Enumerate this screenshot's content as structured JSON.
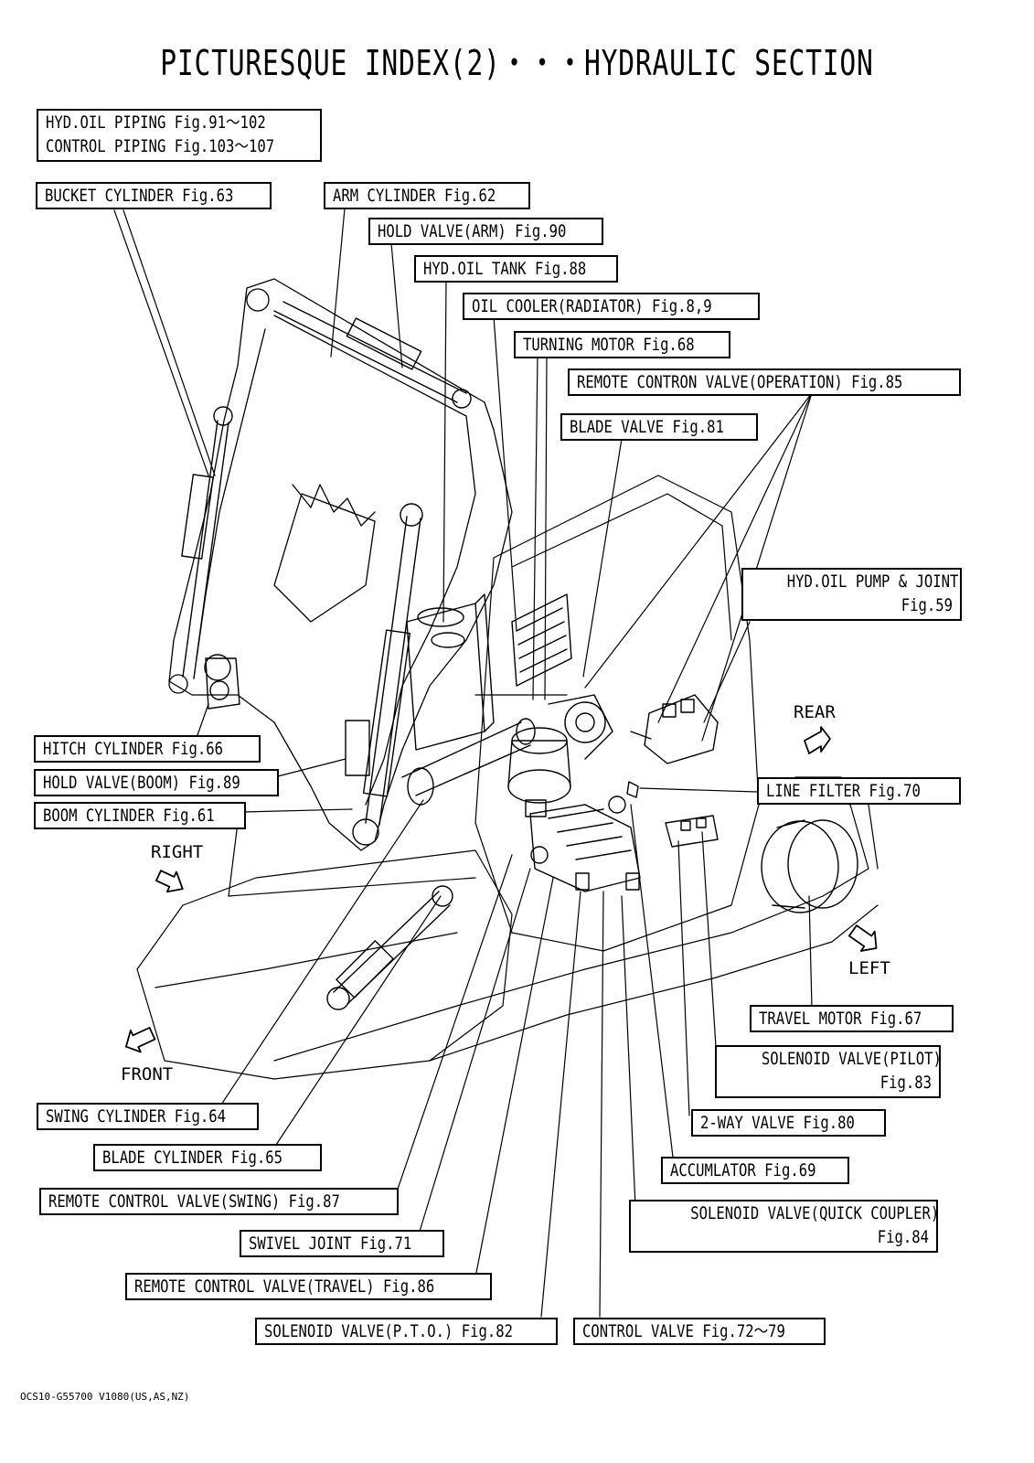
{
  "title": "PICTURESQUE INDEX(2)・・・HYDRAULIC SECTION",
  "labels": {
    "hyd_oil_piping": "HYD.OIL PIPING Fig.91～102",
    "control_piping": "CONTROL PIPING Fig.103～107",
    "bucket_cylinder": "BUCKET CYLINDER Fig.63",
    "arm_cylinder": "ARM CYLINDER Fig.62",
    "hold_valve_arm": "HOLD VALVE(ARM) Fig.90",
    "hyd_oil_tank": "HYD.OIL TANK Fig.88",
    "oil_cooler": "OIL COOLER(RADIATOR) Fig.8,9",
    "turning_motor": "TURNING MOTOR Fig.68",
    "remote_control_valve_operation": "REMOTE CONTRON VALVE(OPERATION) Fig.85",
    "blade_valve": "BLADE VALVE Fig.81",
    "hyd_oil_pump_line1": "HYD.OIL PUMP & JOINT",
    "hyd_oil_pump_line2": "Fig.59",
    "hitch_cylinder": "HITCH CYLINDER Fig.66",
    "hold_valve_boom": "HOLD VALVE(BOOM) Fig.89",
    "boom_cylinder": "BOOM CYLINDER Fig.61",
    "line_filter": "LINE FILTER Fig.70",
    "travel_motor": "TRAVEL MOTOR Fig.67",
    "solenoid_valve_pilot_line1": "SOLENOID VALVE(PILOT)",
    "solenoid_valve_pilot_line2": "Fig.83",
    "swing_cylinder": "SWING CYLINDER Fig.64",
    "two_way_valve": "2-WAY VALVE Fig.80",
    "blade_cylinder": "BLADE CYLINDER Fig.65",
    "accumlator": "ACCUMLATOR Fig.69",
    "remote_control_valve_swing": "REMOTE CONTROL VALVE(SWING) Fig.87",
    "solenoid_valve_qc_line1": "SOLENOID VALVE(QUICK COUPLER)",
    "solenoid_valve_qc_line2": "Fig.84",
    "swivel_joint": "SWIVEL JOINT Fig.71",
    "remote_control_valve_travel": "REMOTE CONTROL VALVE(TRAVEL) Fig.86",
    "solenoid_valve_pto": "SOLENOID VALVE(P.T.O.) Fig.82",
    "control_valve": "CONTROL VALVE Fig.72～79"
  },
  "directions": {
    "rear": "REAR",
    "right": "RIGHT",
    "left": "LEFT",
    "front": "FRONT"
  },
  "footer": "OCS10-G55700 V1080(US,AS,NZ)"
}
